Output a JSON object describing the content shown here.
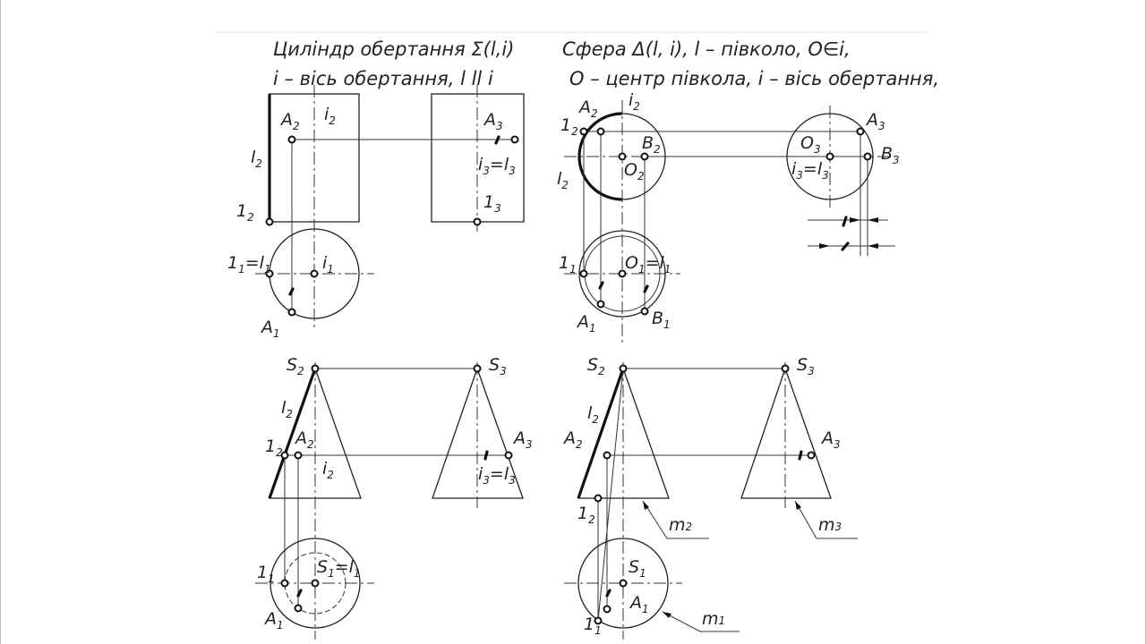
{
  "titles": {
    "cylinder_line1": "Циліндр обертання Σ(l,i)",
    "cylinder_line2": "i – вісь обертання, l ll i",
    "sphere_line1": "Сфера Δ(l, i), l – півколо, O∈i,",
    "sphere_line2": "O – центр півкола, i – вісь обертання,"
  },
  "cylinder": {
    "A2": {
      "main": "A",
      "sub": "2"
    },
    "A3": {
      "main": "A",
      "sub": "3"
    },
    "A1": {
      "main": "A",
      "sub": "1"
    },
    "i2": {
      "main": "i",
      "sub": "2"
    },
    "l2": {
      "main": "l",
      "sub": "2"
    },
    "p12": {
      "main": "1",
      "sub": "2"
    },
    "p13": {
      "main": "1",
      "sub": "3"
    },
    "i3l3": {
      "a": "i",
      "asub": "3",
      "b": "=l",
      "bsub": "3"
    },
    "p1l1": {
      "a": "1",
      "asub": "1",
      "b": "=l",
      "bsub": "1"
    },
    "i1": {
      "main": "i",
      "sub": "1"
    }
  },
  "sphere": {
    "A2": {
      "main": "A",
      "sub": "2"
    },
    "i2": {
      "main": "i",
      "sub": "2"
    },
    "p12": {
      "main": "1",
      "sub": "2"
    },
    "B2": {
      "main": "B",
      "sub": "2"
    },
    "O2": {
      "main": "O",
      "sub": "2"
    },
    "l2": {
      "main": "l",
      "sub": "2"
    },
    "A3": {
      "main": "A",
      "sub": "3"
    },
    "O3": {
      "main": "O",
      "sub": "3"
    },
    "B3": {
      "main": "B",
      "sub": "3"
    },
    "i3l3": {
      "a": "i",
      "asub": "3",
      "b": "=l",
      "bsub": "3"
    },
    "p11": {
      "main": "1",
      "sub": "1"
    },
    "O1l1": {
      "a": "O",
      "asub": "1",
      "b": "=l",
      "bsub": "1"
    },
    "A1": {
      "main": "A",
      "sub": "1"
    },
    "B1": {
      "main": "B",
      "sub": "1"
    }
  },
  "cone_left": {
    "S2": {
      "main": "S",
      "sub": "2"
    },
    "S3": {
      "main": "S",
      "sub": "3"
    },
    "l2": {
      "main": "l",
      "sub": "2"
    },
    "p12": {
      "main": "1",
      "sub": "2"
    },
    "A2": {
      "main": "A",
      "sub": "2"
    },
    "i2": {
      "main": "i",
      "sub": "2"
    },
    "A3": {
      "main": "A",
      "sub": "3"
    },
    "i3l3": {
      "a": "i",
      "asub": "3",
      "b": "=l",
      "bsub": "3"
    },
    "p11": {
      "main": "1",
      "sub": "1"
    },
    "S1l1": {
      "a": "S",
      "asub": "1",
      "b": "=l",
      "bsub": "1"
    },
    "A1": {
      "main": "A",
      "sub": "1"
    }
  },
  "cone_right": {
    "S2": {
      "main": "S",
      "sub": "2"
    },
    "S3": {
      "main": "S",
      "sub": "3"
    },
    "l2": {
      "main": "l",
      "sub": "2"
    },
    "A2": {
      "main": "A",
      "sub": "2"
    },
    "A3": {
      "main": "A",
      "sub": "3"
    },
    "p12": {
      "main": "1",
      "sub": "2"
    },
    "m2": {
      "main": "m",
      "sub": "2"
    },
    "m3": {
      "main": "m",
      "sub": "3"
    },
    "S1": {
      "main": "S",
      "sub": "1"
    },
    "A1": {
      "main": "A",
      "sub": "1"
    },
    "m1": {
      "main": "m",
      "sub": "1"
    },
    "p11": {
      "main": "1",
      "sub": "1"
    }
  }
}
